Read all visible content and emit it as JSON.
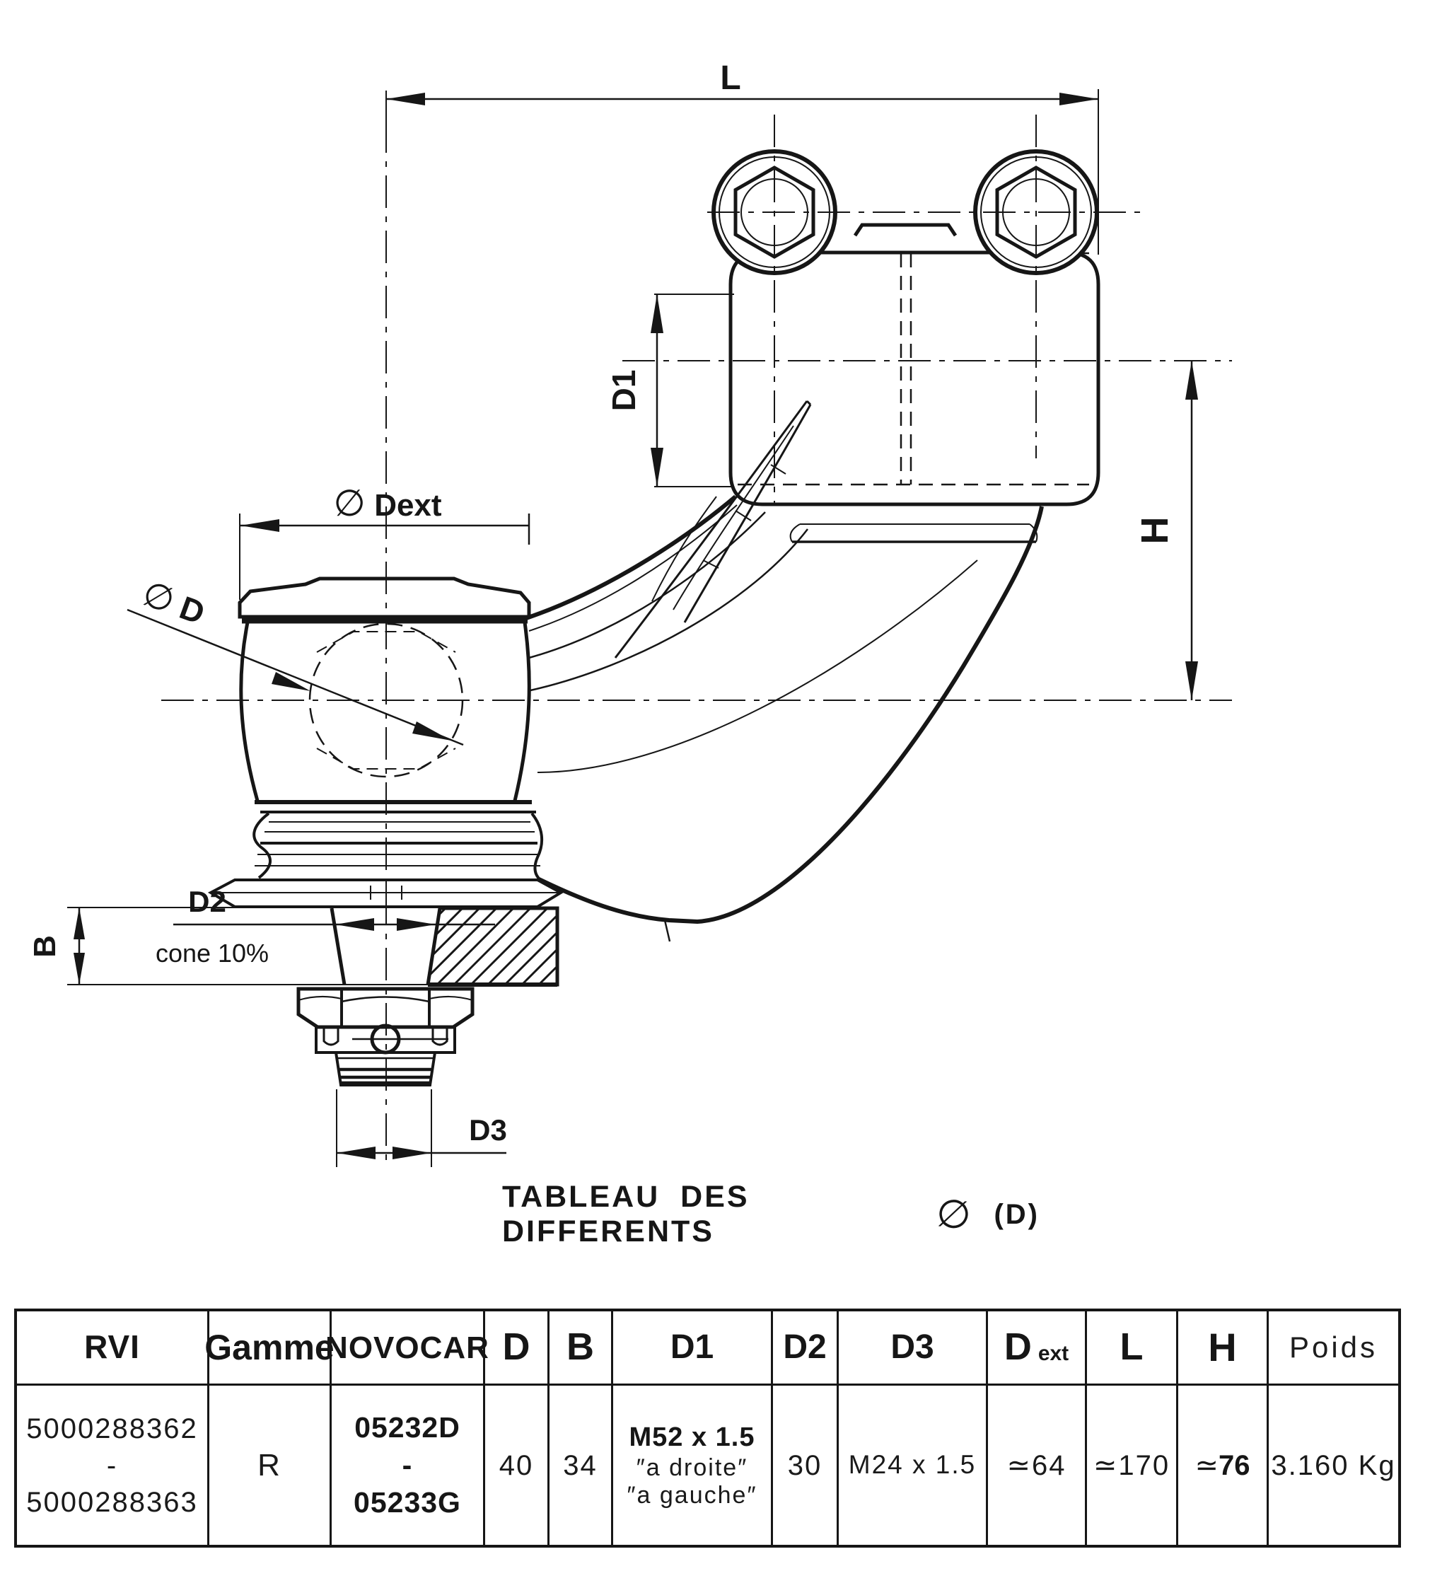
{
  "page": {
    "caption": "TABLEAU DES DIFFERENTS",
    "caption_symbol": "∅",
    "caption_suffix": "(D)"
  },
  "dims": {
    "L": "L",
    "D1": "D1",
    "H": "H",
    "Dext_symbol": "∅",
    "Dext": "Dext",
    "D_symbol": "∅",
    "D": "D",
    "D2": "D2",
    "cone_note": "cone 10%",
    "B": "B",
    "D3": "D3"
  },
  "table": {
    "headers": {
      "rvi": "RVI",
      "gamme": "Gamme",
      "novocar": "NOVOCAR",
      "d": "D",
      "b": "B",
      "d1": "D1",
      "d2": "D2",
      "d3": "D3",
      "dext_main": "D",
      "dext_sub": "ext",
      "l": "L",
      "h": "H",
      "poids": "Poids"
    },
    "row": {
      "rvi_1": "5000288362",
      "rvi_sep": "-",
      "rvi_2": "5000288363",
      "gamme": "R",
      "novocar_1": "05232D",
      "novocar_sep": "-",
      "novocar_2": "05233G",
      "d": "40",
      "b": "34",
      "d1_thread": "M52 x 1.5",
      "d1_right": "″a droite″",
      "d1_left": "″a gauche″",
      "d2": "30",
      "d3": "M24 x 1.5",
      "dext": "≃64",
      "l": "≃170",
      "h_sym": "≃",
      "h_val": "76",
      "poids": "3.160 Kg"
    }
  }
}
